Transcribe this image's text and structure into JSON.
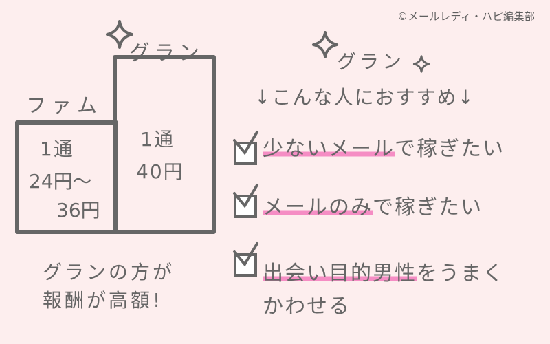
{
  "copyright": "©メールレディ・ハピ編集部",
  "plans": {
    "fam": {
      "name": "ファム",
      "line1": "1通",
      "line2": "24円～",
      "line3": "36円"
    },
    "gran": {
      "name": "グラン",
      "line1": "1通",
      "line2": "40円"
    }
  },
  "summary": {
    "line1": "グランの方が",
    "line2": "報酬が高額!"
  },
  "recommendation": {
    "title": "グラン",
    "subtitle": "↓こんな人におすすめ↓",
    "items": [
      {
        "highlight": "少ないメール",
        "rest": "で稼ぎたい"
      },
      {
        "highlight": "メールのみ",
        "rest": "で稼ぎたい"
      },
      {
        "highlight": "出会い目的男性",
        "rest": "をうまく",
        "line2": "かわせる"
      }
    ]
  },
  "colors": {
    "background": "#fdeeee",
    "ink": "#666666",
    "highlight": "#f58dc4"
  },
  "icons": [
    "sparkle-icon",
    "checkbox-checked-icon"
  ]
}
